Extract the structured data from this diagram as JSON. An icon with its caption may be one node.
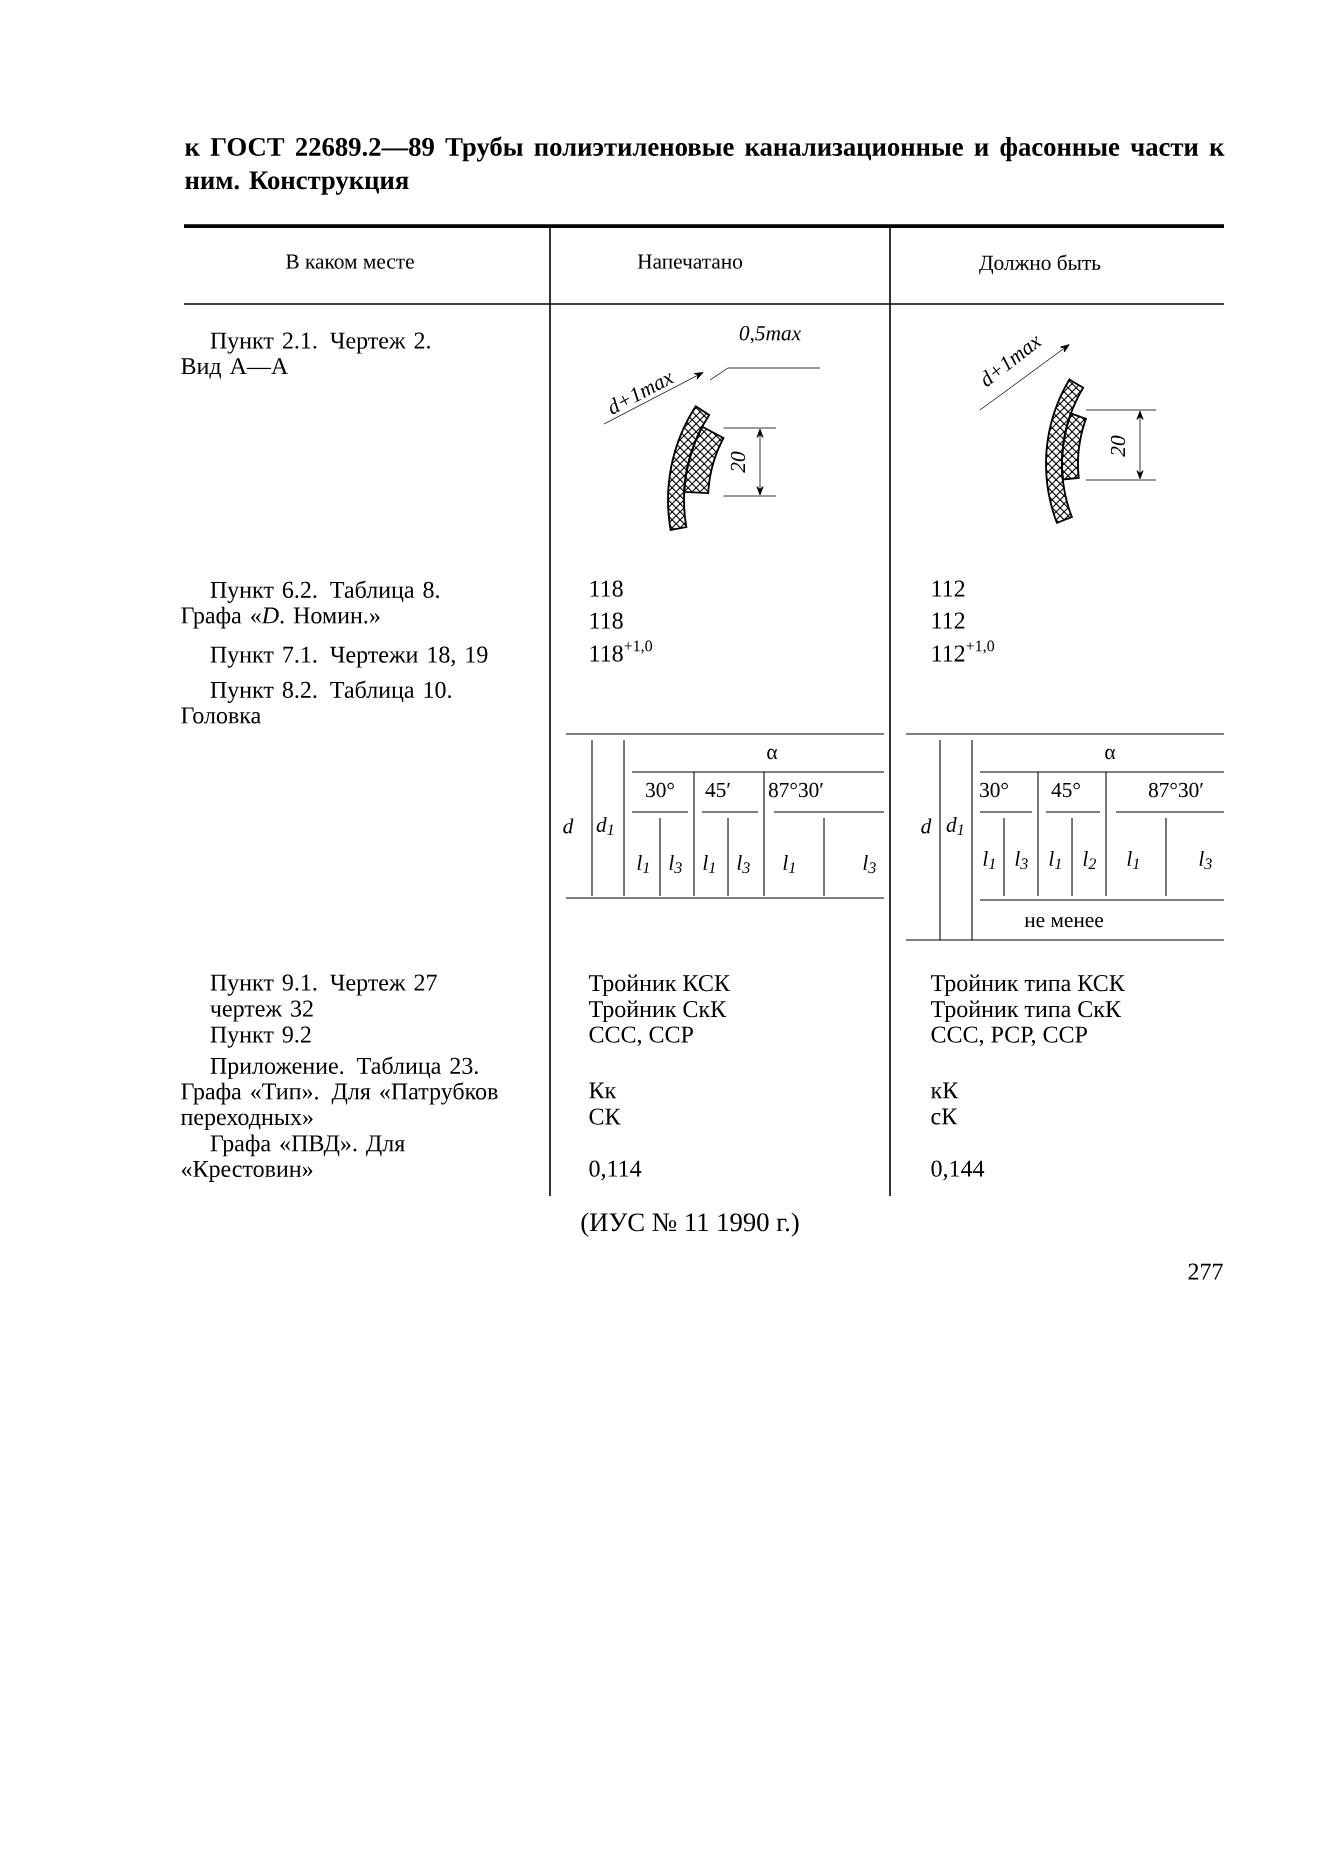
{
  "diagram": {
    "title": "к ГОСТ 22689.2—89 Трубы полиэтиленовые канализационные и фасонные части к ним. Конструкция",
    "caption": "(ИУС № 11 1990 г.)",
    "labels": [
      "В каком месте",
      "Напечатано",
      "Должно быть",
      "Пункт 2.1. Чертеж 2. Вид А—А",
      "0,5max",
      "d+1max",
      "20",
      "d+1max",
      "20",
      "Пункт 6.2. Таблица 8. Графа «*D*. Номин.»",
      "118",
      "112",
      "118",
      "112",
      "Пункт 7.1. Чертежи 18, 19",
      "118$^{+1,0}$",
      "112$^{+1,0}$",
      "Пункт 8.2. Таблица 10. Головка",
      "α",
      "d",
      "d$_{1}$",
      "30°",
      "45′",
      "87°30′",
      "l$_{1}$",
      "l$_{3}$",
      "l$_{1}$",
      "l$_{3}$",
      "l$_{1}$",
      "l$_{3}$",
      "α",
      "d",
      "d$_{1}$",
      "30°",
      "45°",
      "87°30′",
      "l$_{1}$",
      "l$_{3}$",
      "l$_{1}$",
      "l$_{2}$",
      "l$_{1}$",
      "l$_{3}$",
      "не менее",
      "Пункт 9.1. Чертеж 27",
      "Тройник КСК",
      "Тройник типа КСК",
      "чертеж 32",
      "Тройник СкК",
      "Тройник типа СкК",
      "Пункт 9.2",
      "ССС, ССР",
      "ССС, РСР, ССР",
      "Приложение. Таблица 23. Графа «Тип». Для «Патрубков переходных»",
      "Кк",
      "кК",
      "СК",
      "сК",
      "Графа «ПВД». Для «Крестовин»",
      "0,114",
      "0,144",
      "277"
    ]
  }
}
